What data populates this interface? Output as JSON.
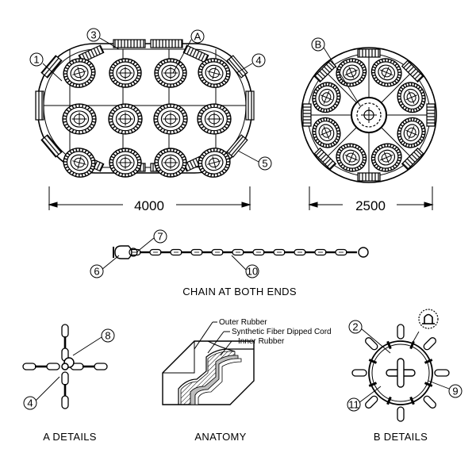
{
  "callouts": {
    "c1": "1",
    "c2": "2",
    "c3": "3",
    "c4a": "4",
    "c4b": "4",
    "c5": "5",
    "c6": "6",
    "c7": "7",
    "c8": "8",
    "c9": "9",
    "c10": "10",
    "c11": "11",
    "cA": "A",
    "cB": "B"
  },
  "dimensions": {
    "length": "4000",
    "diameter": "2500"
  },
  "captions": {
    "chain": "CHAIN AT BOTH ENDS",
    "a_details": "A DETAILS",
    "anatomy": "ANATOMY",
    "b_details": "B DETAILS"
  },
  "anatomy_layers": {
    "outer": "Outer Rubber",
    "cord": "Synthetic Fiber Dipped Cord",
    "inner": "Inner Rubber"
  },
  "colors": {
    "ink": "#000000",
    "paper": "#ffffff",
    "shade": "#bdbdbd"
  }
}
